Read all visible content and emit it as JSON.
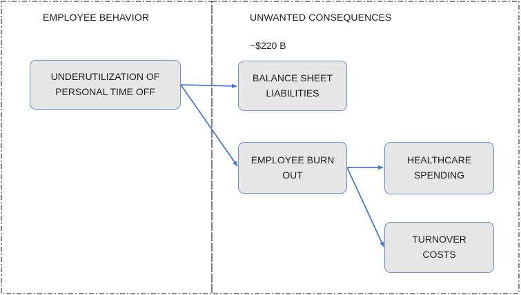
{
  "sections": {
    "left_title": "EMPLOYEE BEHAVIOR",
    "right_title": "UNWANTED CONSEQUENCES"
  },
  "note": "~$220 B",
  "nodes": {
    "underutilization": "UNDERUTILIZATION OF\nPERSONAL TIME OFF",
    "balance_sheet": "BALANCE SHEET\nLIABILITIES",
    "burnout": "EMPLOYEE BURN\nOUT",
    "healthcare": "HEALTHCARE\nSPENDING",
    "turnover": "TURNOVER\nCOSTS"
  },
  "colors": {
    "node_fill": "#e6e6e6",
    "node_border": "#6f8fc9",
    "arrow": "#4a78c8",
    "frame": "#444444"
  }
}
